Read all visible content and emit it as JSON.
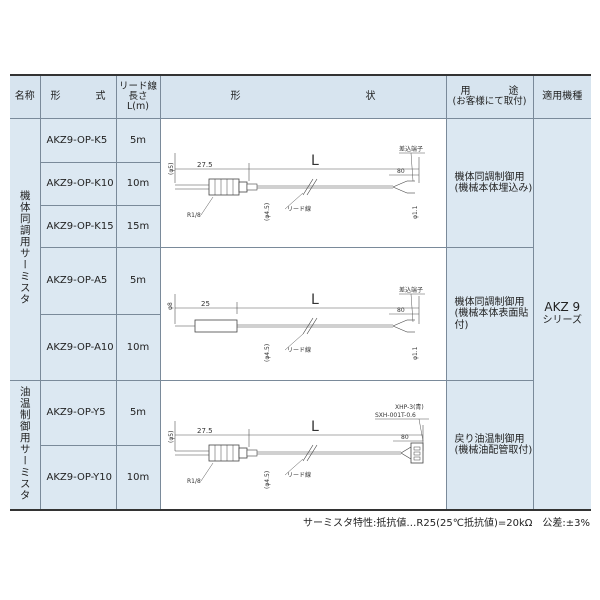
{
  "header": {
    "name": "名称",
    "model_a": "形",
    "model_b": "式",
    "lead_length_l1": "リード線",
    "lead_length_l2": "長さ",
    "lead_length_l3": "L(m)",
    "shape_a": "形",
    "shape_b": "状",
    "use_a": "用",
    "use_b": "途",
    "use_sub": "(お客様にて取付)",
    "applicable": "適用機種"
  },
  "groups": [
    {
      "name": "機体同調用サーミスタ",
      "sections": [
        {
          "use_line1": "機体同調制御用",
          "use_line2": "(機械本体埋込み)",
          "rows": [
            {
              "model": "AKZ9-OP-K5",
              "length": "5m"
            },
            {
              "model": "AKZ9-OP-K10",
              "length": "10m"
            },
            {
              "model": "AKZ9-OP-K15",
              "length": "15m"
            }
          ],
          "diagram": {
            "len_symbol": "L",
            "dim_27": "27.5",
            "dim_80": "80",
            "terminal": "差込端子",
            "phi5": "(φ5)",
            "phi45": "(φ4.5)",
            "phi11": "φ1.1",
            "thread": "R1/8",
            "lead": "リード線"
          }
        },
        {
          "use_line1": "機体同調制御用",
          "use_line2": "(機械本体表面貼付)",
          "rows": [
            {
              "model": "AKZ9-OP-A5",
              "length": "5m"
            },
            {
              "model": "AKZ9-OP-A10",
              "length": "10m"
            }
          ],
          "diagram": {
            "len_symbol": "L",
            "dim_25": "25",
            "dim_80": "80",
            "terminal": "差込端子",
            "phi8": "φ8",
            "phi45": "(φ4.5)",
            "phi11": "φ1.1",
            "lead": "リード線"
          }
        }
      ]
    },
    {
      "name": "油温制御用サーミスタ",
      "sections": [
        {
          "use_line1": "戻り油温制御用",
          "use_line2": "(機械油配管取付)",
          "rows": [
            {
              "model": "AKZ9-OP-Y5",
              "length": "5m"
            },
            {
              "model": "AKZ9-OP-Y10",
              "length": "10m"
            }
          ],
          "diagram": {
            "len_symbol": "L",
            "dim_27": "27.5",
            "dim_80": "80",
            "conn1": "XHP-3(青)",
            "conn2": "SXH-001T-0.6",
            "phi5": "(φ5)",
            "phi45": "(φ4.5)",
            "thread": "R1/8",
            "lead": "リード線"
          }
        }
      ]
    }
  ],
  "applicable": {
    "line1": "AKZ 9",
    "line2": "シリーズ"
  },
  "footnote": "サーミスタ特性:抵抗値…R25(25℃抵抗値)=20kΩ　公差:±3%"
}
